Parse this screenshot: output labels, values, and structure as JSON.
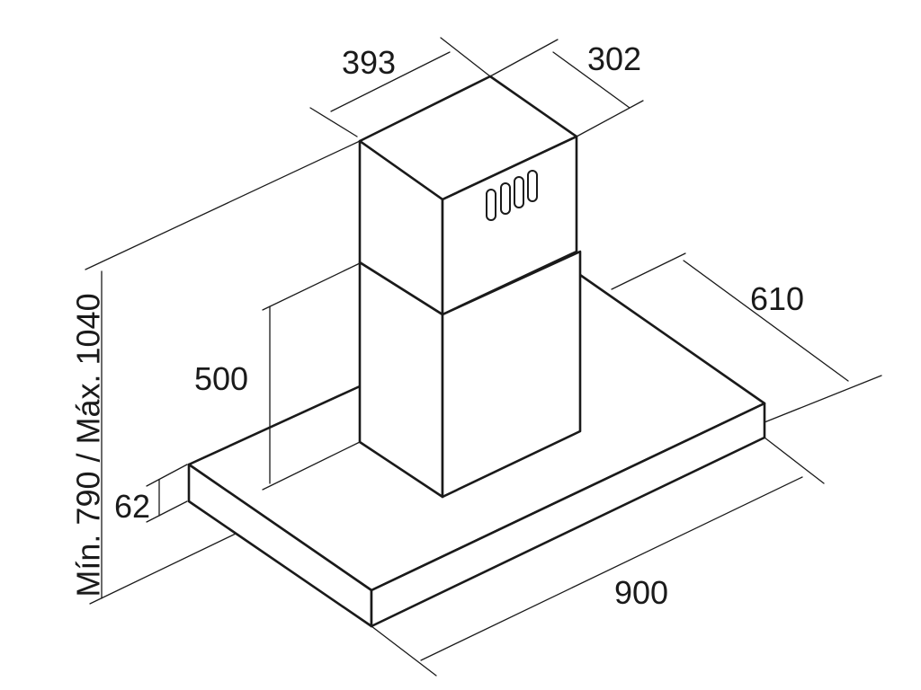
{
  "dimensions": {
    "chimney_width": "393",
    "chimney_depth": "302",
    "canopy_depth": "610",
    "chimney_height": "500",
    "canopy_thickness": "62",
    "canopy_width": "900",
    "total_height": "Mín. 790 / Máx. 1040"
  },
  "colors": {
    "line": "#1a1a1a",
    "background": "#ffffff"
  }
}
